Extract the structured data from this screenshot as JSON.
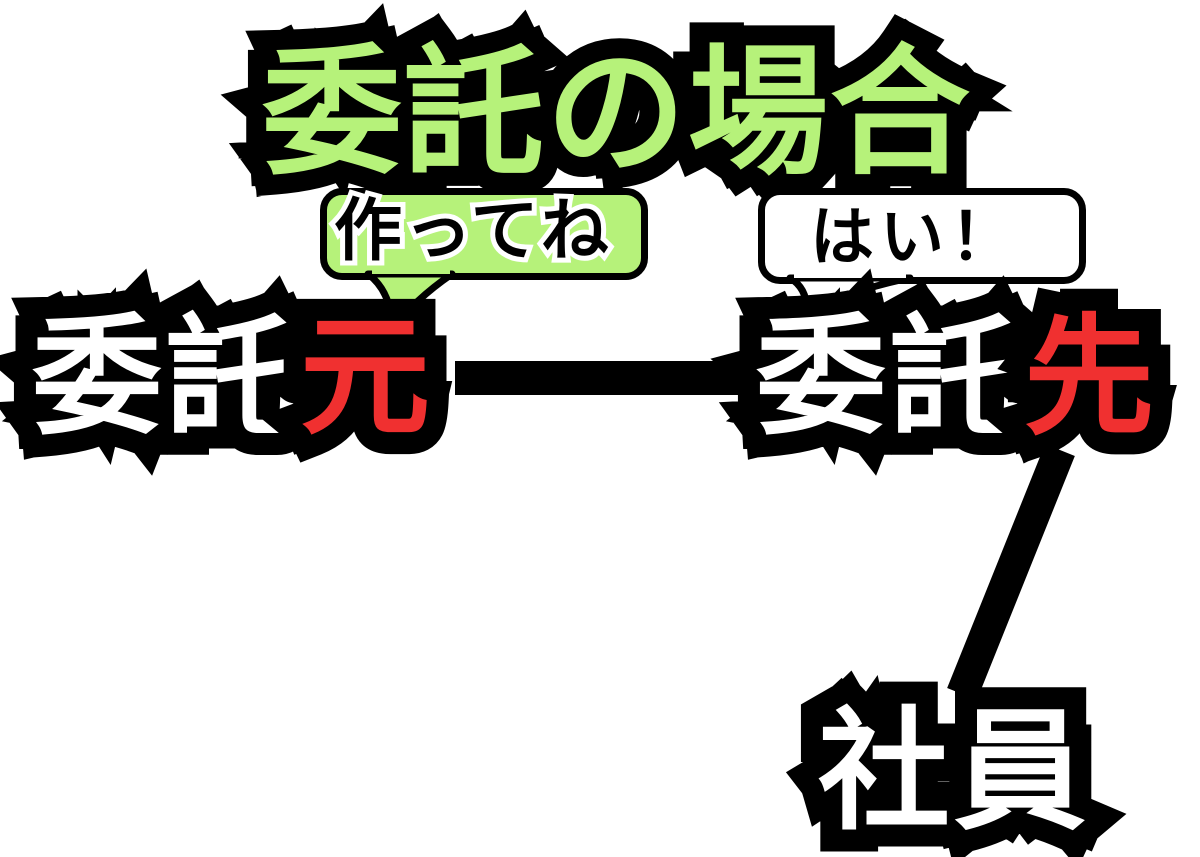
{
  "title": {
    "text": "委託の場合",
    "color": "#b6f27a"
  },
  "nodes": {
    "client": {
      "base": "委託",
      "accent": "元"
    },
    "contractor": {
      "base": "委託",
      "accent": "先"
    },
    "employee": {
      "label": "社員"
    }
  },
  "bubbles": {
    "client_speech": {
      "text": "作ってね",
      "color": "#b6f27a"
    },
    "contractor_speech": {
      "text": "はい！",
      "color": "#ffffff"
    }
  },
  "colors": {
    "outline": "#000000",
    "text_fill": "#ffffff",
    "accent": "#f03030",
    "connector": "#000000"
  }
}
